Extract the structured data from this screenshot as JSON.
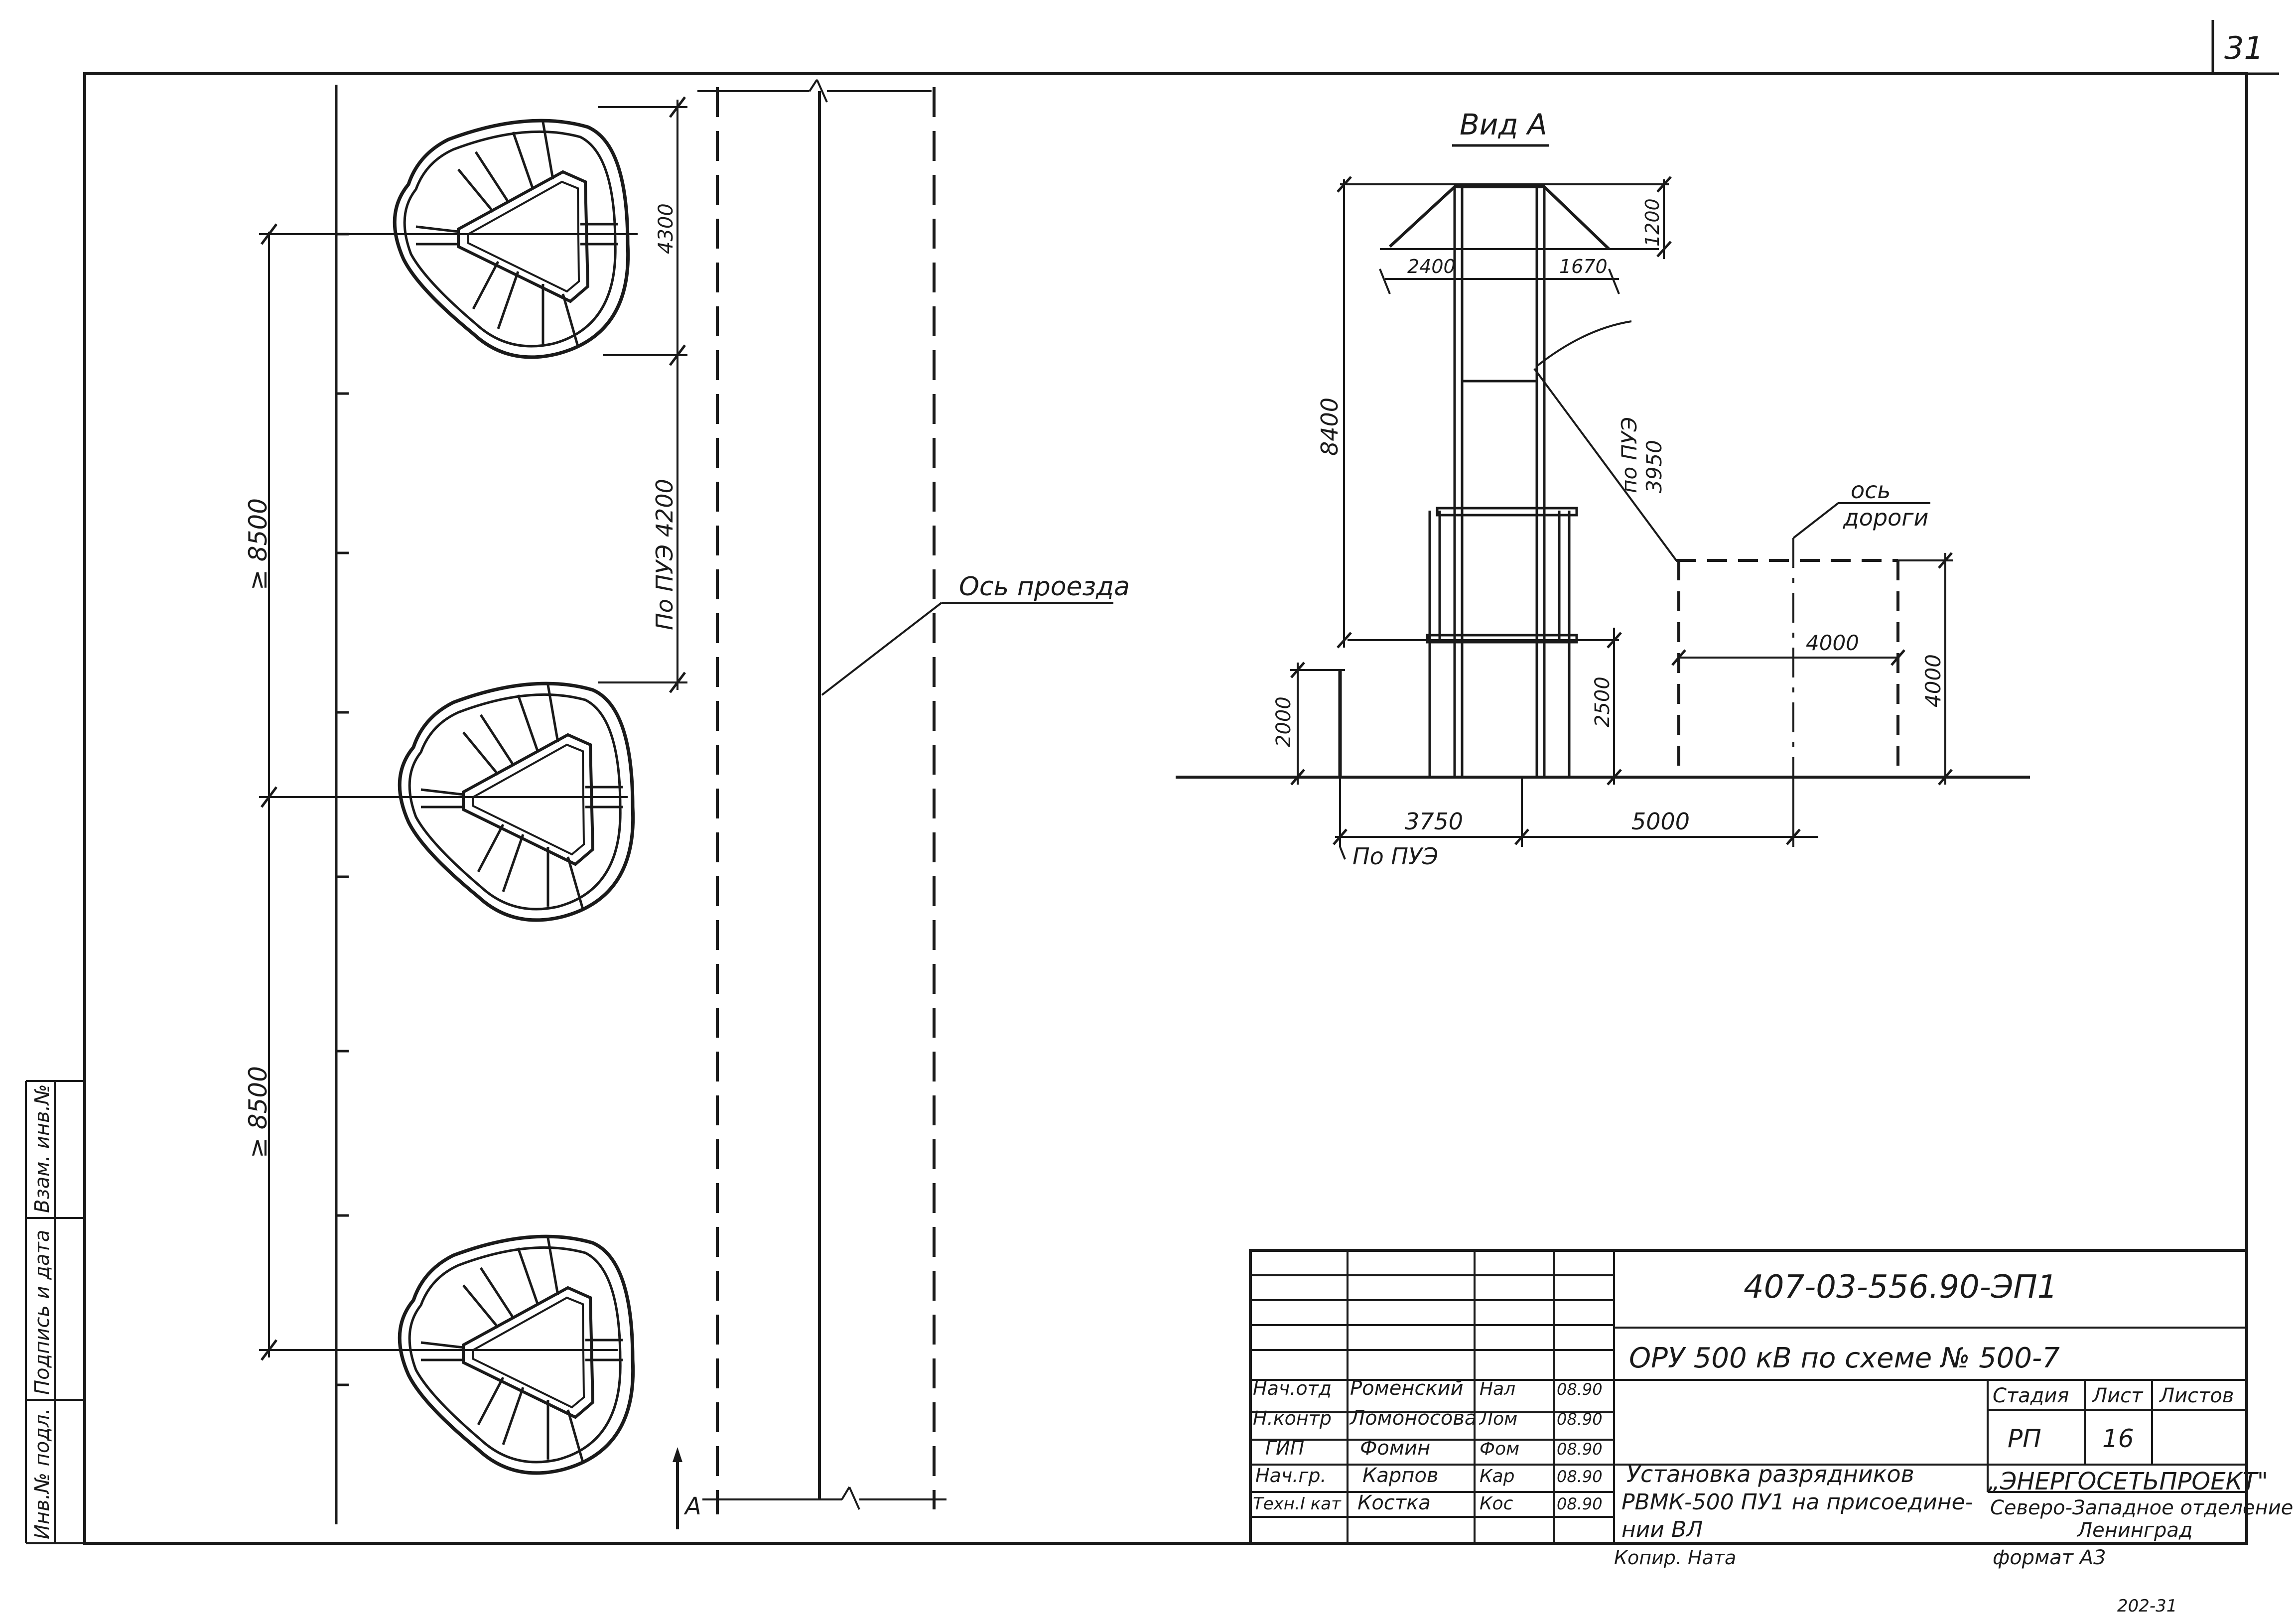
{
  "sheet": {
    "page_number": "31",
    "bottom_corner_text": "202-31"
  },
  "plan": {
    "dim_spacing_top": "≥ 8500",
    "dim_spacing_bottom": "≥ 8500",
    "dim_4300": "4300",
    "dim_pue_4200": "По ПУЭ 4200",
    "passage_axis": "Ось проезда",
    "section_mark": "А"
  },
  "view_a": {
    "title": "Вид А",
    "dim_2400": "2400",
    "dim_1670": "1670",
    "dim_1200": "1200",
    "dim_8400": "8400",
    "dim_2000": "2000",
    "dim_2500": "2500",
    "radius_label_line1": "по ПУЭ",
    "radius_label_line2": "3950",
    "road_axis_line1": "ось",
    "road_axis_line2": "дороги",
    "dim_4000_h": "4000",
    "dim_4000_v": "4000",
    "dim_3750": "3750",
    "dim_5000": "5000",
    "pue_note": "По ПУЭ"
  },
  "left_stamp": {
    "inv_podl": "Инв.№ подл.",
    "podpis_data": "Подпись и дата",
    "vzam_inv": "Взам. инв.№"
  },
  "title_block": {
    "doc_code": "407-03-556.90-ЭП1",
    "project": "ОРУ 500 кВ по схеме № 500-7",
    "title_line1": "Установка разрядников",
    "title_line2": "РВМК-500 ПУ1 на присоеди­не-",
    "title_line3": "нии ВЛ",
    "headers": {
      "stage": "Стадия",
      "sheet": "Лист",
      "sheets": "Листов"
    },
    "values": {
      "stage": "РП",
      "sheet": "16",
      "sheets": ""
    },
    "org_name": "„ЭНЕРГОСЕТЬПРОЕКТ\"",
    "org_dept": "Северо-Западное отделение",
    "org_city": "Ленинград",
    "copied": "Копир. Ната",
    "format": "формат А3",
    "rows": [
      {
        "role": "Нач.отд",
        "name": "Роменский",
        "signature": "Нал",
        "date": "08.90"
      },
      {
        "role": "Н.контр",
        "name": "Ломоносова",
        "signature": "Лом",
        "date": "08.90"
      },
      {
        "role": "ГИП",
        "name": "Фомин",
        "signature": "Фом",
        "date": "08.90"
      },
      {
        "role": "Нач.гр.",
        "name": "Карпов",
        "signature": "Кар",
        "date": "08.90"
      },
      {
        "role": "Техн.I кат",
        "name": "Костка",
        "signature": "Кос",
        "date": "08.90"
      }
    ]
  }
}
